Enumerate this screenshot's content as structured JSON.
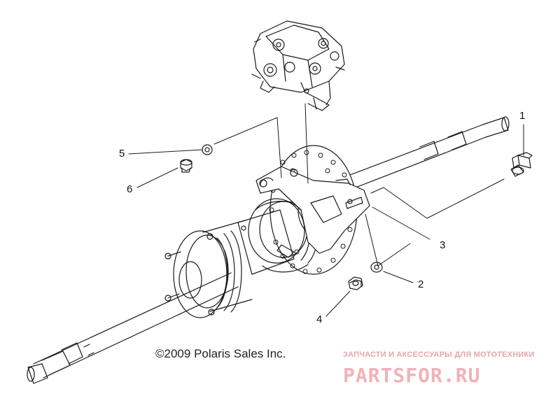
{
  "callouts": [
    {
      "id": "1",
      "label": "1"
    },
    {
      "id": "2",
      "label": "2"
    },
    {
      "id": "3",
      "label": "3"
    },
    {
      "id": "4",
      "label": "4"
    },
    {
      "id": "5",
      "label": "5"
    },
    {
      "id": "6",
      "label": "6"
    }
  ],
  "copyright": "©2009 Polaris Sales Inc.",
  "watermark": {
    "tagline": "ЗАПЧАСТИ И АКСЕССУАРЫ ДЛЯ МОТОТЕХНИКИ",
    "logo_text": "PARTSFOR.RU",
    "color": "#f0b3b8"
  },
  "line_color": "#1a1a1a"
}
